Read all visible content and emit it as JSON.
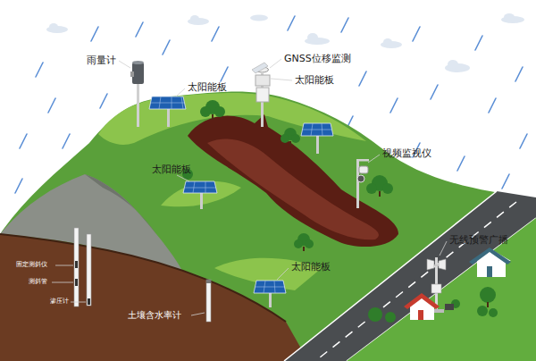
{
  "diagram": {
    "labels": [
      "雨量计",
      "GNSS位移监测",
      "太阳能板",
      "太阳能板",
      "视频监视仪",
      "太阳能板",
      "太阳能板",
      "无线预警广播",
      "固定测斜仪",
      "测斜管",
      "渗压计",
      "土壤含水率计"
    ]
  }
}
